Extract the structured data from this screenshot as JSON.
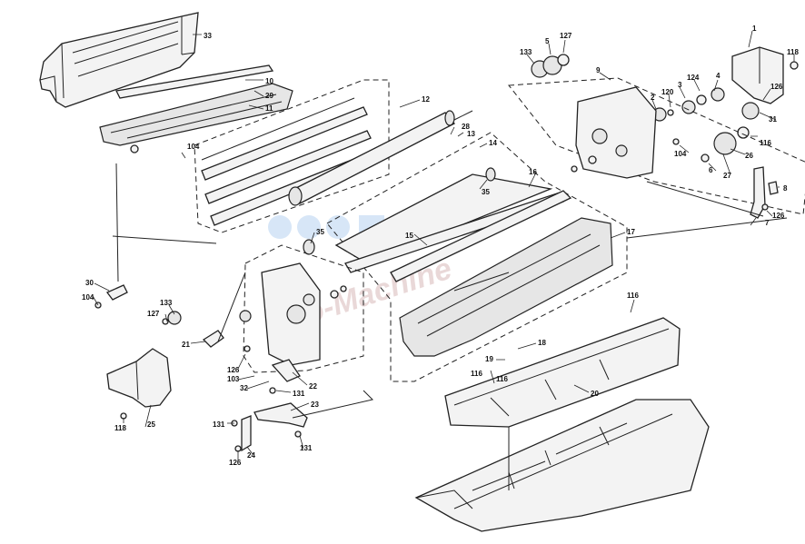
{
  "diagram": {
    "watermark": "Info-Machine",
    "callouts": [
      "33",
      "10",
      "29",
      "11",
      "104",
      "12",
      "28",
      "13",
      "14",
      "35",
      "16",
      "15",
      "35",
      "17",
      "30",
      "104",
      "133",
      "127",
      "21",
      "126",
      "103",
      "32",
      "22",
      "131",
      "23",
      "131",
      "24",
      "126",
      "131",
      "118",
      "25",
      "18",
      "20",
      "116",
      "116",
      "19",
      "116",
      "133",
      "5",
      "127",
      "9",
      "2",
      "120",
      "3",
      "124",
      "4",
      "1",
      "118",
      "126",
      "31",
      "116",
      "26",
      "27",
      "6",
      "104",
      "8",
      "7",
      "126"
    ]
  }
}
